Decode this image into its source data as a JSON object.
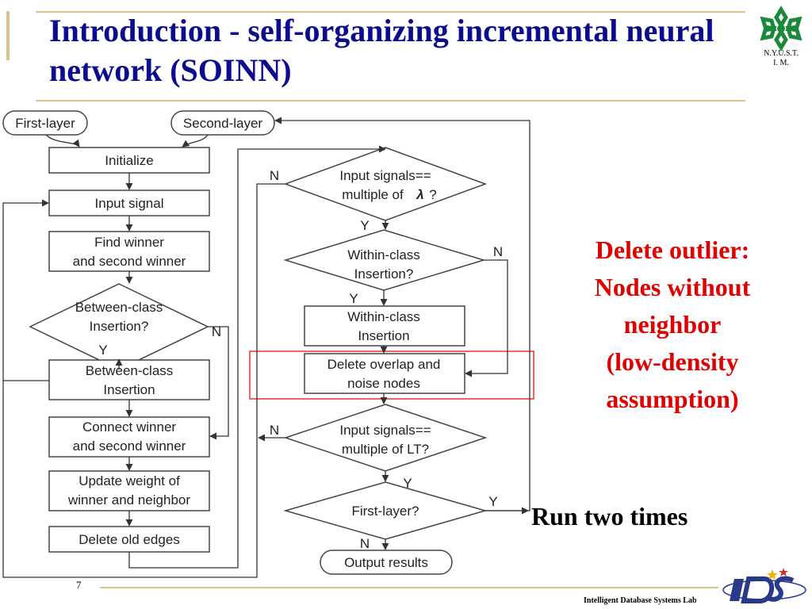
{
  "slide": {
    "title": "Introduction - self-organizing incremental neural network (SOINN)",
    "page_number": "7",
    "footer": "Intelligent Database Systems Lab",
    "logo_text_line1": "N.Y.U.S.T.",
    "logo_text_line2": "I. M."
  },
  "flowchart": {
    "terminals": {
      "first_layer": "First-layer",
      "second_layer": "Second-layer",
      "output": "Output results"
    },
    "left_column": {
      "initialize": "Initialize",
      "input_signal": "Input signal",
      "find_winner_1": "Find winner",
      "find_winner_2": "and second winner",
      "between_q_1": "Between-class",
      "between_q_2": "Insertion?",
      "between_ins_1": "Between-class",
      "between_ins_2": "Insertion",
      "connect_1": "Connect winner",
      "connect_2": "and second winner",
      "update_1": "Update weight of",
      "update_2": "winner and neighbor",
      "delete_old": "Delete old edges"
    },
    "right_column": {
      "lambda_q_1": "Input signals==",
      "lambda_q_2": "multiple of",
      "lambda_symbol": "λ",
      "lambda_q_3": "?",
      "within_q_1": "Within-class",
      "within_q_2": "Insertion?",
      "within_ins_1": "Within-class",
      "within_ins_2": "Insertion",
      "delete_overlap_1": "Delete overlap and",
      "delete_overlap_2": "noise nodes",
      "lt_q_1": "Input signals==",
      "lt_q_2": "multiple of LT?",
      "first_layer_q": "First-layer?"
    },
    "labels": {
      "yes": "Y",
      "no": "N"
    }
  },
  "annotations": {
    "delete_outlier": [
      "Delete outlier:",
      "Nodes without",
      "neighbor",
      "(low-density",
      "assumption)"
    ],
    "run_two_times": "Run two times"
  },
  "colors": {
    "title": "#0b0b8f",
    "note": "#e00000",
    "rule": "#d6c58f",
    "logo": "#1a8a3a",
    "highlight": "#e00000"
  }
}
